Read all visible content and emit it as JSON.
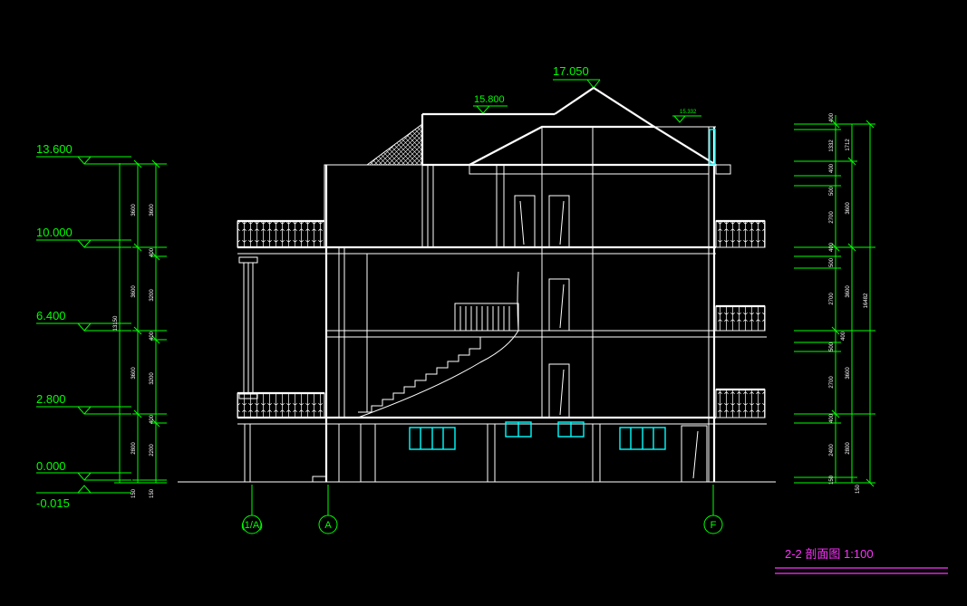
{
  "title": "2-2 剖面图  1:100",
  "elevations_left": [
    "13.600",
    "10.000",
    "6.400",
    "2.800",
    "0.000",
    "-0.015"
  ],
  "elevations_top": {
    "ridge": "17.050",
    "roof": "15.800",
    "eave": "15.332"
  },
  "left_dims_outer": [
    "3600",
    "3600",
    "3600",
    "2800",
    "150"
  ],
  "left_dims_inner": [
    "3600",
    "400",
    "3200",
    "400",
    "3200",
    "400",
    "2200",
    "150"
  ],
  "left_total": "13150",
  "right_dims_a": [
    "400",
    "1332",
    "400",
    "500",
    "2700",
    "400",
    "500",
    "2700",
    "500",
    "400",
    "2700",
    "400",
    "2400",
    "150"
  ],
  "right_dims_b": [
    "1712",
    "3600",
    "3600",
    "3600",
    "2800",
    "150"
  ],
  "right_total": "16482",
  "axes": [
    "(1/A)",
    "A",
    "F"
  ]
}
